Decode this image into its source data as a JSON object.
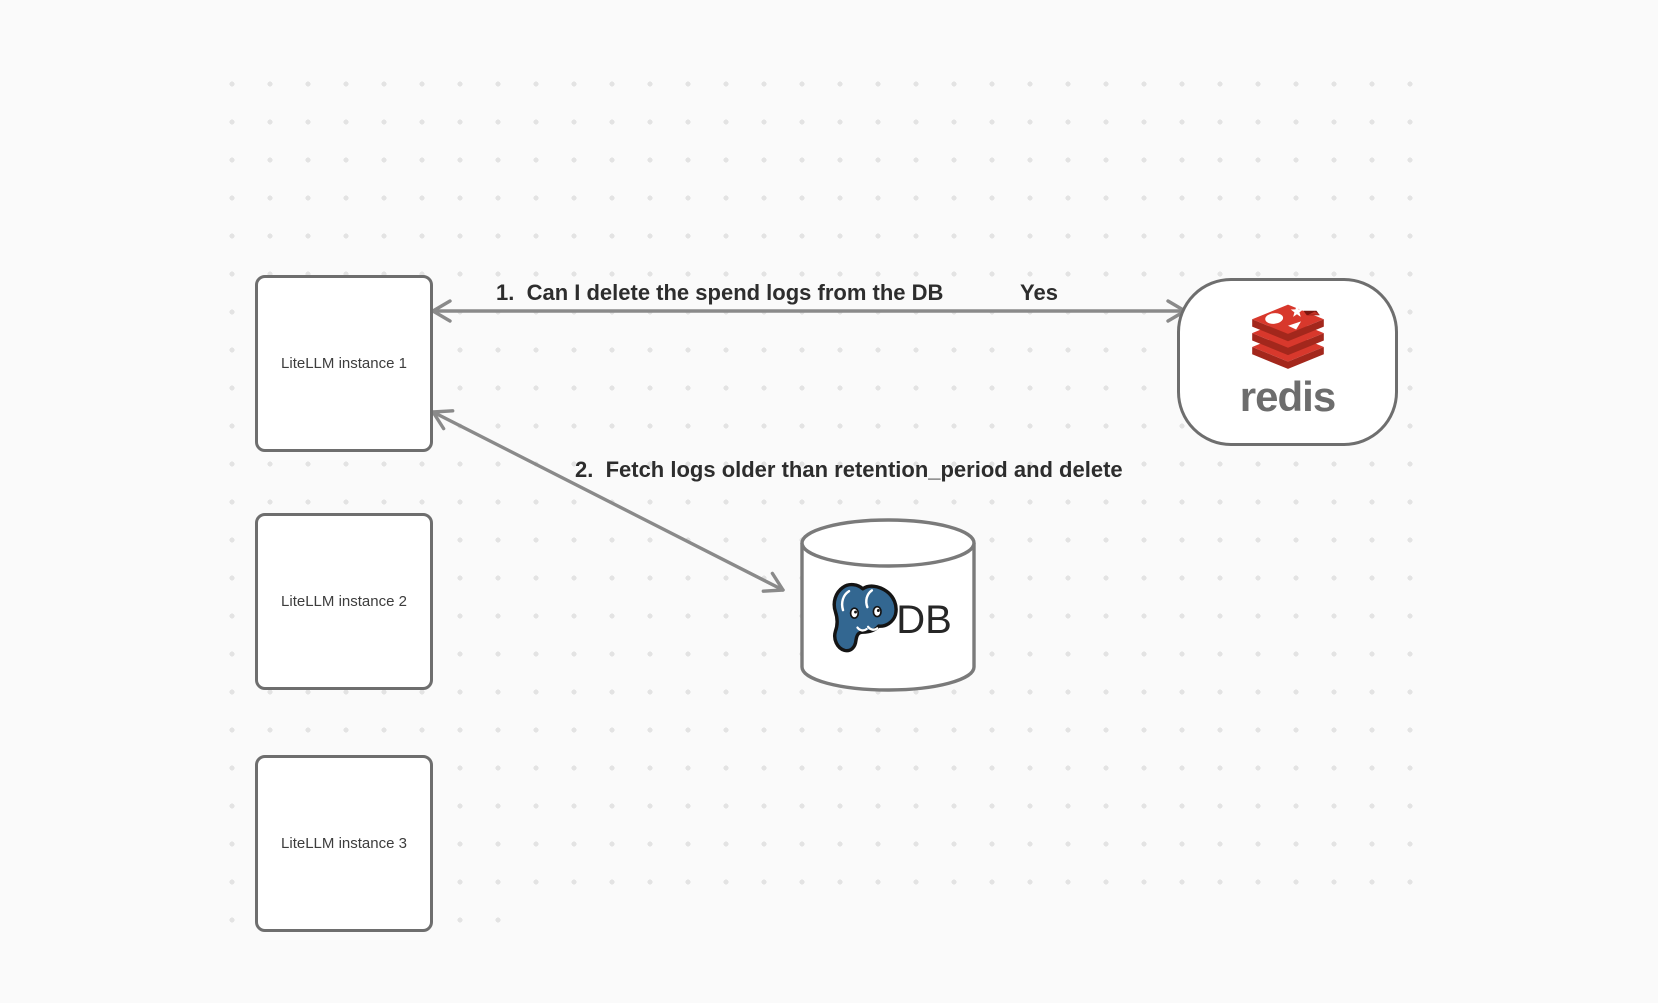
{
  "diagram": {
    "nodes": {
      "instances": [
        {
          "label": "LiteLLM instance 1"
        },
        {
          "label": "LiteLLM instance 2"
        },
        {
          "label": "LiteLLM instance 3"
        }
      ],
      "redis": {
        "wordmark": "redis",
        "icon": "redis-logo-icon"
      },
      "database": {
        "label": "DB",
        "icon": "postgres-elephant-icon"
      }
    },
    "annotations": {
      "step1_label": "1.  Can I delete the spend logs from the DB",
      "step1_answer": "Yes",
      "step2_label": "2.  Fetch logs older than retention_period and delete"
    },
    "colors": {
      "background": "#fafafa",
      "grid_dot": "#e3e3e3",
      "node_border": "#6e6e6e",
      "arrow": "#8a8a8a",
      "annotation_text": "#2d2d2d",
      "node_text": "#3d3d3d",
      "redis_red": "#d8382c",
      "redis_dark_red": "#a3271c",
      "redis_wordmark": "#6d6d6d",
      "postgres_blue": "#336791",
      "db_text": "#262626"
    }
  }
}
